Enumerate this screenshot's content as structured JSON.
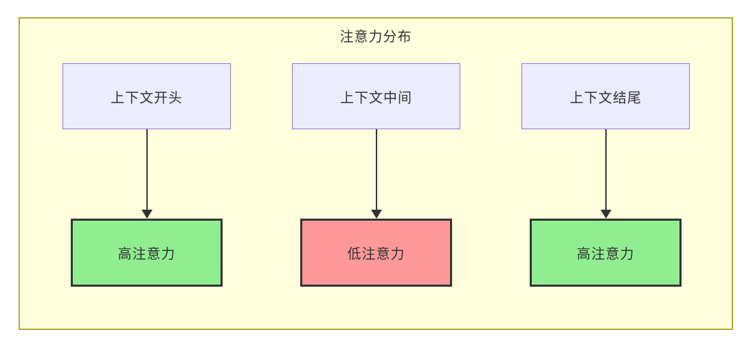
{
  "diagram": {
    "title": "注意力分布",
    "type": "flowchart-top-down",
    "flows": [
      {
        "source": "上下文开头",
        "target": "高注意力",
        "attention": "high"
      },
      {
        "source": "上下文中间",
        "target": "低注意力",
        "attention": "low"
      },
      {
        "source": "上下文结尾",
        "target": "高注意力",
        "attention": "high"
      }
    ],
    "colors": {
      "canvas_bg": "#FFFFFF",
      "container_bg": "#FFFFDE",
      "container_border": "#AAAA33",
      "source_node_bg": "#ECECFF",
      "source_node_border": "#9370DB",
      "high_attention_bg": "#90EE90",
      "low_attention_bg": "#FF9999",
      "result_node_border": "#333333",
      "arrow_color": "#333333",
      "text_color": "#333333"
    }
  }
}
